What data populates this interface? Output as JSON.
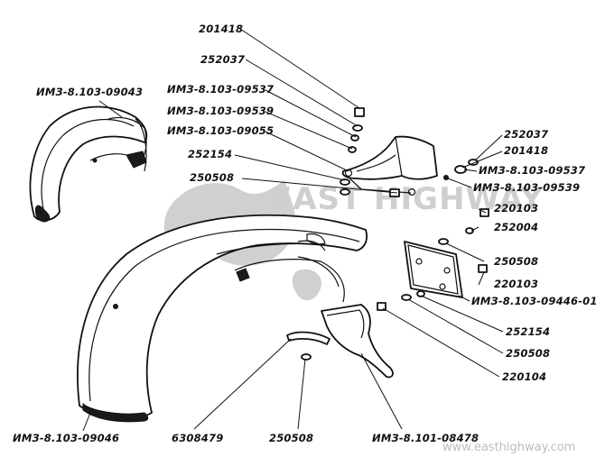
{
  "diagram": {
    "labels": {
      "p201418_a": "201418",
      "p252037_a": "252037",
      "p09537_a": "ИМЗ-8.103-09537",
      "p09539_a": "ИМЗ-8.103-09539",
      "p09055": "ИМЗ-8.103-09055",
      "p252154_a": "252154",
      "p250508_a": "250508",
      "p09043": "ИМЗ-8.103-09043",
      "p252037_b": "252037",
      "p201418_b": "201418",
      "p09537_b": "ИМЗ-8.103-09537",
      "p09539_b": "ИМЗ-8.103-09539",
      "p220103_a": "220103",
      "p252004": "252004",
      "p250508_b": "250508",
      "p220103_b": "220103",
      "p09446": "ИМЗ-8.103-09446-01",
      "p252154_b": "252154",
      "p250508_c": "250508",
      "p220104": "220104",
      "p09046": "ИМЗ-8.103-09046",
      "p6308479": "6308479",
      "p250508_d": "250508",
      "p08478": "ИМЗ-8.101-08478"
    },
    "watermark": {
      "brand": "EAST HIGHWAY",
      "site": "www.easthighway.com"
    }
  }
}
